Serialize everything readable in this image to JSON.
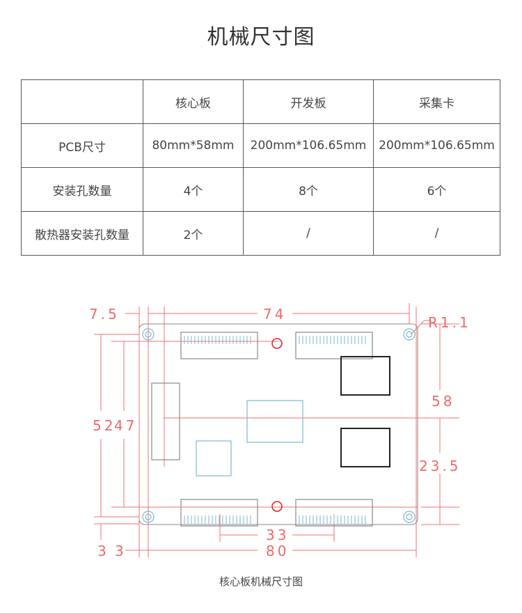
{
  "title": "机械尺寸图",
  "table": {
    "headers": [
      "",
      "核心板",
      "开发板",
      "采集卡"
    ],
    "rows": [
      [
        "PCB尺寸",
        "80mm*58mm",
        "200mm*106.65mm",
        "200mm*106.65mm"
      ],
      [
        "安装孔数量",
        "4个",
        "8个",
        "6个"
      ],
      [
        "散热器安装孔数量",
        "2个",
        "/",
        "/"
      ]
    ]
  },
  "drawing": {
    "dims": {
      "left_offset": "7.5",
      "hole_span_x": "74",
      "radius": "R1.1",
      "height": "58",
      "inner_height_a": "52",
      "inner_height_b": "47",
      "mid_height": "23.5",
      "connector_span": "33",
      "bottom_a": "3",
      "bottom_b": "3",
      "width": "80"
    }
  },
  "caption": "核心板机械尺寸图",
  "colors": {
    "dimension": "#f06a6a",
    "component": "#7ab8d0"
  }
}
